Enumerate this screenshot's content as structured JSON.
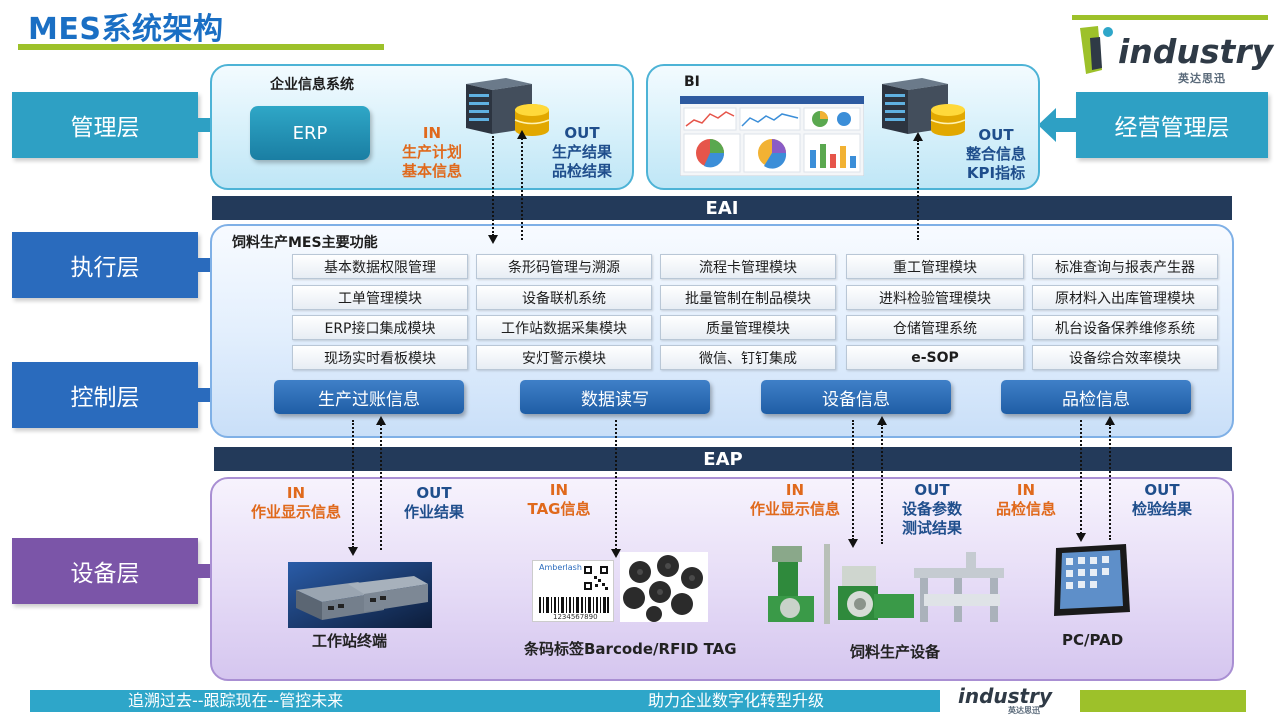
{
  "title": "MES系统架构",
  "brand": {
    "name": "industry",
    "cn": "英达思迅"
  },
  "layers": {
    "management": "管理层",
    "business_mgmt": "经营管理层",
    "execution": "执行层",
    "control": "控制层",
    "device": "设备层"
  },
  "mgmt_panel": {
    "title": "企业信息系统",
    "erp": "ERP",
    "in_label": "IN",
    "in_lines": [
      "生产计划",
      "基本信息"
    ],
    "out_label": "OUT",
    "out_lines": [
      "生产结果",
      "品检结果"
    ]
  },
  "bi_panel": {
    "title": "BI",
    "out_label": "OUT",
    "out_lines": [
      "整合信息",
      "KPI指标"
    ]
  },
  "buses": {
    "eai": "EAI",
    "eap": "EAP"
  },
  "exec_panel": {
    "title": "饲料生产MES主要功能",
    "modules": [
      [
        "基本数据权限管理",
        "条形码管理与溯源",
        "流程卡管理模块",
        "重工管理模块",
        "标准查询与报表产生器"
      ],
      [
        "工单管理模块",
        "设备联机系统",
        "批量管制在制品模块",
        "进料检验管理模块",
        "原材料入出库管理模块"
      ],
      [
        "ERP接口集成模块",
        "工作站数据采集模块",
        "质量管理模块",
        "仓储管理系统",
        "机台设备保养维修系统"
      ],
      [
        "现场实时看板模块",
        "安灯警示模块",
        "微信、钉钉集成",
        "e-SOP",
        "设备综合效率模块"
      ]
    ],
    "info_buttons": [
      "生产过账信息",
      "数据读写",
      "设备信息",
      "品检信息"
    ]
  },
  "device_panel": {
    "flows": [
      {
        "label": "IN",
        "lines": [
          "作业显示信息"
        ],
        "type": "in"
      },
      {
        "label": "OUT",
        "lines": [
          "作业结果"
        ],
        "type": "out"
      },
      {
        "label": "IN",
        "lines": [
          "TAG信息"
        ],
        "type": "in"
      },
      {
        "label": "IN",
        "lines": [
          "作业显示信息"
        ],
        "type": "in"
      },
      {
        "label": "OUT",
        "lines": [
          "设备参数",
          "测试结果"
        ],
        "type": "out"
      },
      {
        "label": "IN",
        "lines": [
          "品检信息"
        ],
        "type": "in"
      },
      {
        "label": "OUT",
        "lines": [
          "检验结果"
        ],
        "type": "out"
      }
    ],
    "captions": [
      "工作站终端",
      "条码标签Barcode/RFID TAG",
      "饲料生产设备",
      "PC/PAD"
    ],
    "barcode_brand": "Amberlash",
    "barcode_number": "1234567890"
  },
  "footer": {
    "left": "追溯过去--跟踪现在--管控未来",
    "right": "助力企业数字化转型升级"
  },
  "colors": {
    "title": "#1a6fc4",
    "green": "#9dc12a",
    "bus": "#233a5a",
    "in": "#e0691c",
    "out": "#1f4e8c"
  },
  "icons": [
    "server-icon",
    "database-icon",
    "arrow-right-icon",
    "arrow-left-icon",
    "dashboard-screenshot",
    "industrial-pc-image",
    "barcode-image",
    "rfid-tag-image",
    "feed-machinery-image",
    "tablet-image"
  ]
}
